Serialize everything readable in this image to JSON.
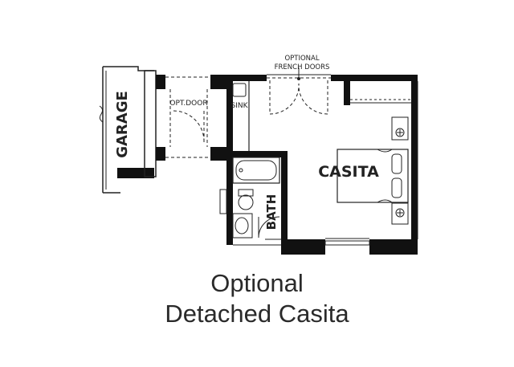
{
  "labels": {
    "optional_french_doors_line1": "OPTIONAL",
    "optional_french_doors_line2": "FRENCH DOORS",
    "garage": "GARAGE",
    "opt_door": "OPT.DOOR",
    "sink": "SINK",
    "casita": "CASITA",
    "bath": "BATH"
  },
  "caption": {
    "line1": "Optional",
    "line2": "Detached Casita"
  }
}
